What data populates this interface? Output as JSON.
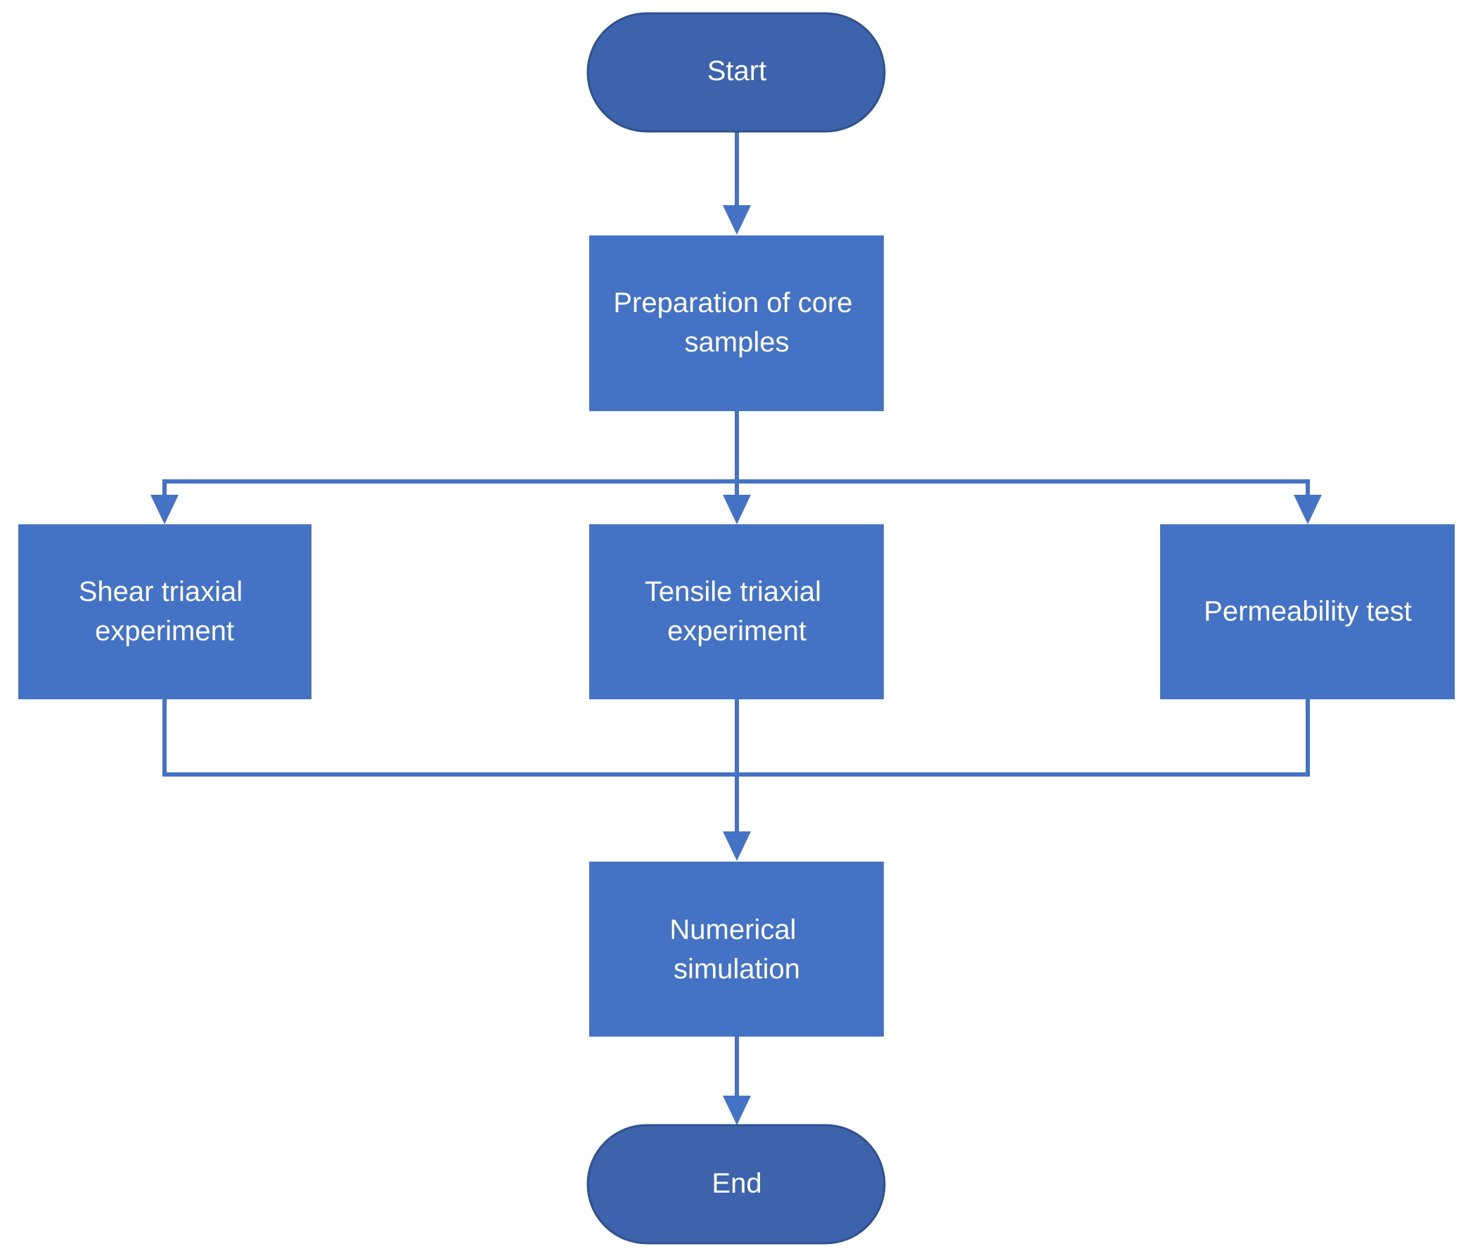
{
  "colors": {
    "terminal_fill": "#3C63AB",
    "terminal_stroke": "#2F528F",
    "process_fill": "#4472C4",
    "connector": "#4472C4",
    "background": "#FFFFFF",
    "text": "#FFFFFF"
  },
  "nodes": {
    "start": {
      "lines": [
        "Start"
      ]
    },
    "preparation": {
      "lines": [
        "Preparation of core",
        "samples"
      ]
    },
    "shear": {
      "lines": [
        "Shear triaxial",
        "experiment"
      ]
    },
    "tensile": {
      "lines": [
        "Tensile triaxial",
        "experiment"
      ]
    },
    "permeability": {
      "lines": [
        "Permeability test"
      ]
    },
    "numerical": {
      "lines": [
        "Numerical",
        "simulation"
      ]
    },
    "end": {
      "lines": [
        "End"
      ]
    }
  },
  "edges": [
    {
      "from": "start",
      "to": "preparation"
    },
    {
      "from": "preparation",
      "to": "shear"
    },
    {
      "from": "preparation",
      "to": "tensile"
    },
    {
      "from": "preparation",
      "to": "permeability"
    },
    {
      "from": "shear",
      "to": "numerical"
    },
    {
      "from": "tensile",
      "to": "numerical"
    },
    {
      "from": "permeability",
      "to": "numerical"
    },
    {
      "from": "numerical",
      "to": "end"
    }
  ]
}
